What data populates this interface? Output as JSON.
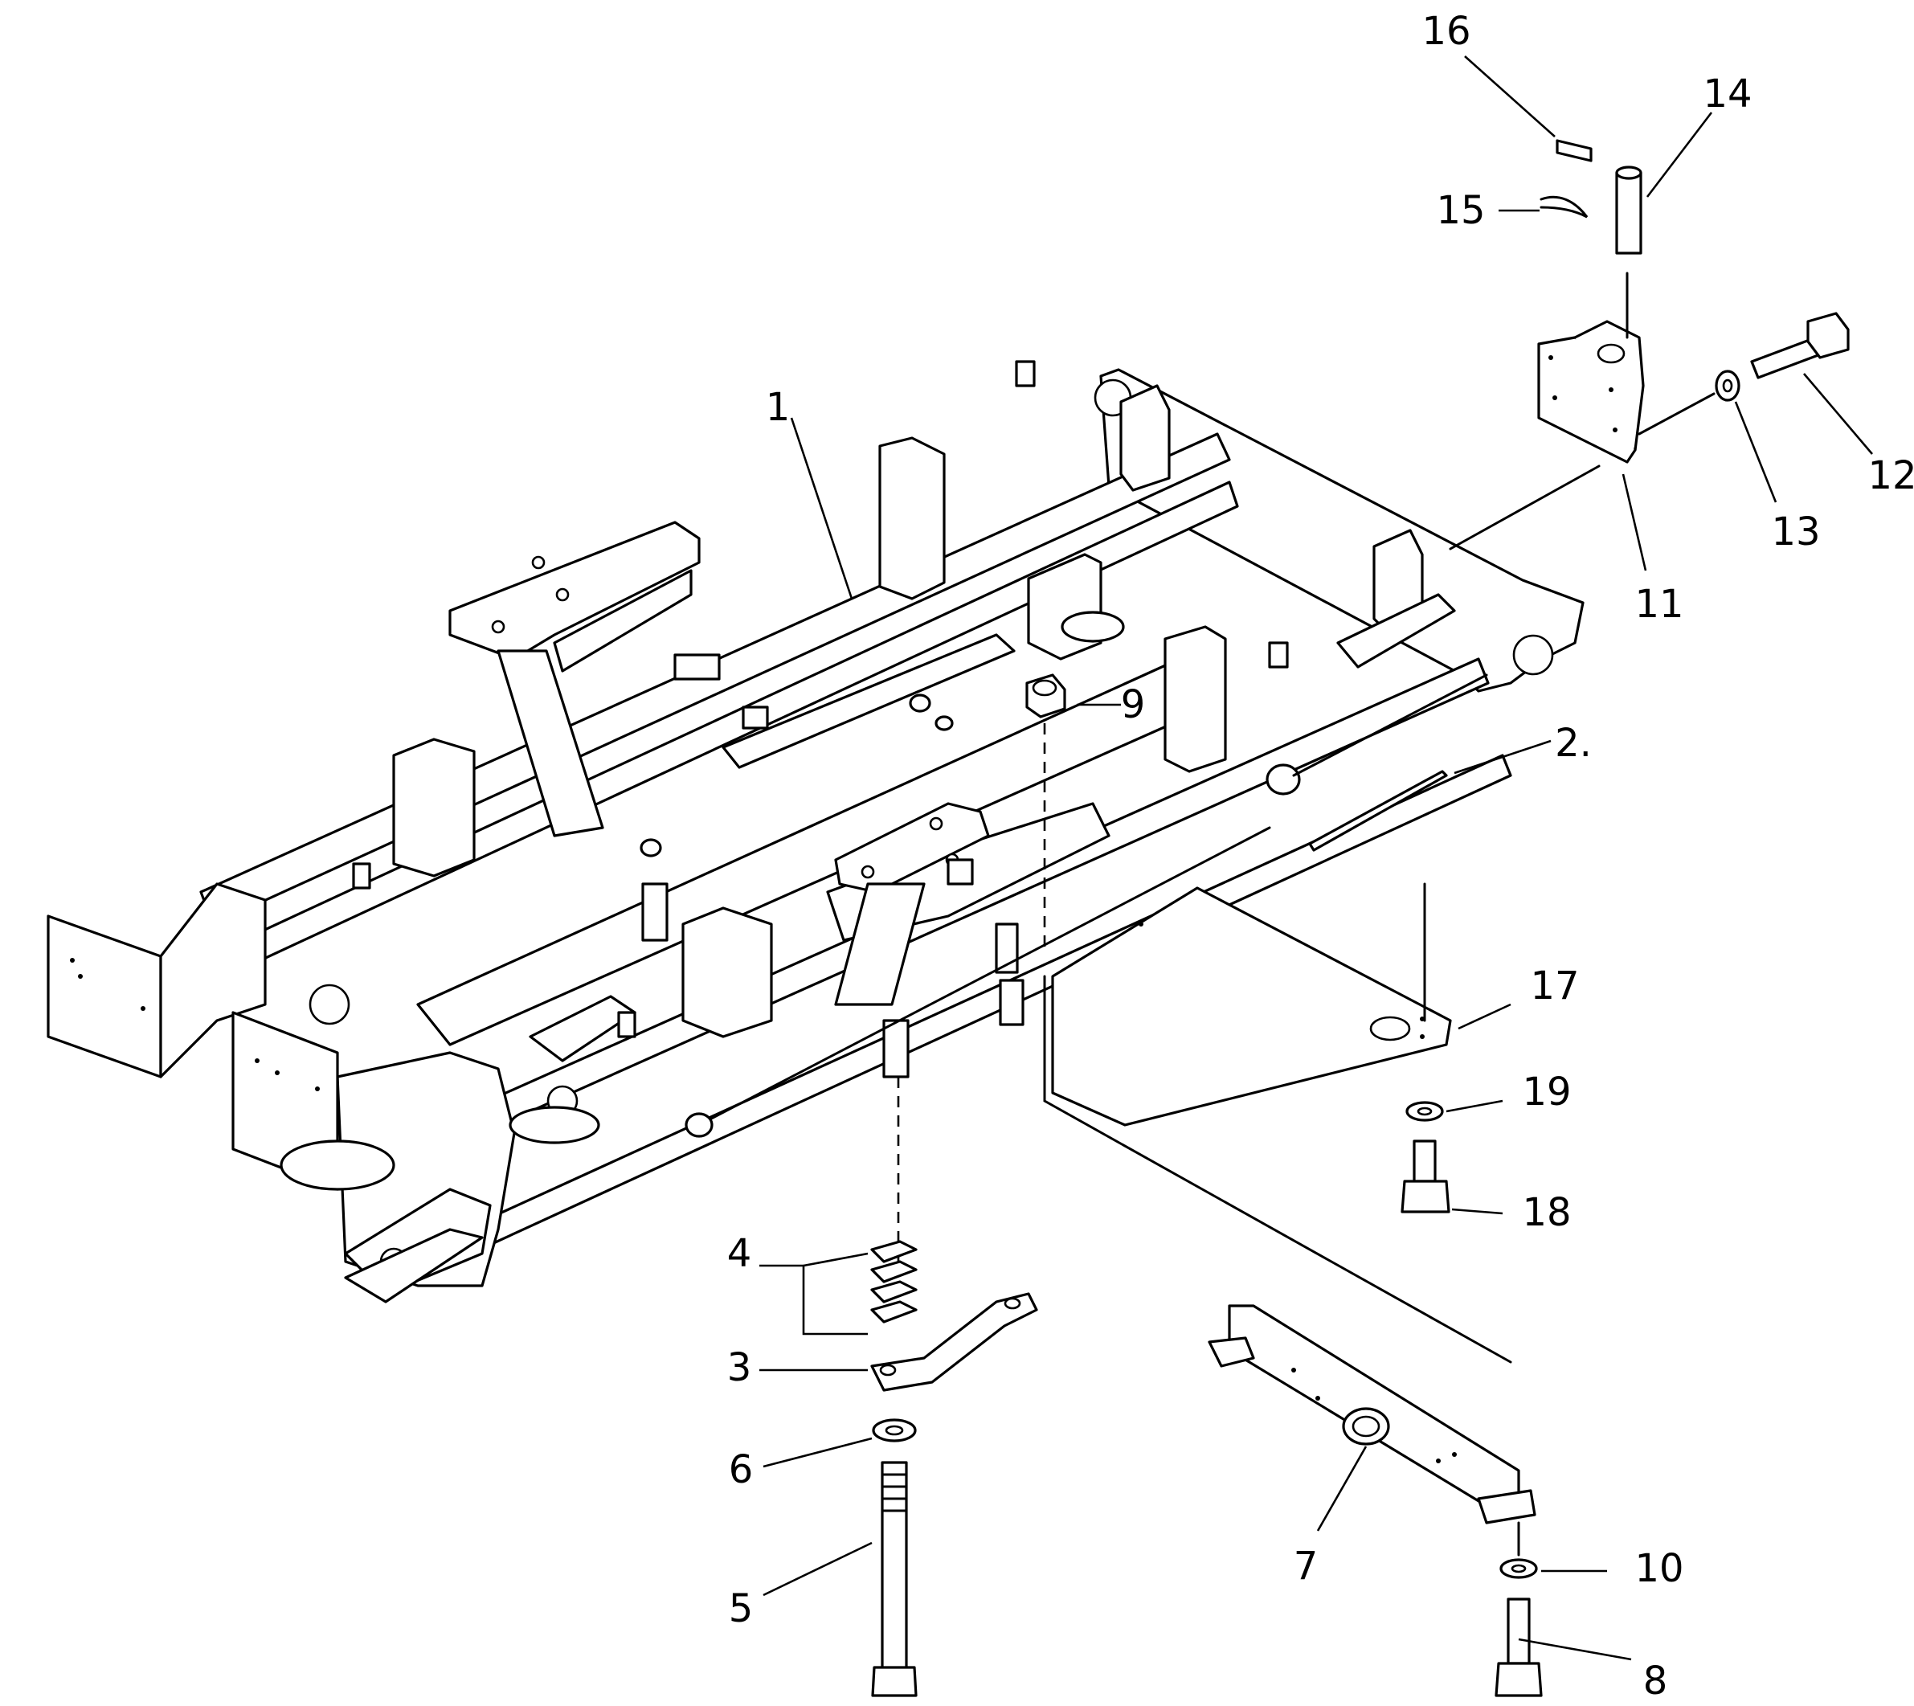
{
  "callouts": {
    "c1": "1",
    "c2": "2.",
    "c3": "3",
    "c4": "4",
    "c5": "5",
    "c6": "6",
    "c7": "7",
    "c8": "8",
    "c9": "9",
    "c10": "10",
    "c11": "11",
    "c12": "12",
    "c13": "13",
    "c14": "14",
    "c15": "15",
    "c16": "16",
    "c17": "17",
    "c18": "18",
    "c19": "19"
  },
  "colors": {
    "ink": "#000000",
    "paper": "#ffffff"
  }
}
